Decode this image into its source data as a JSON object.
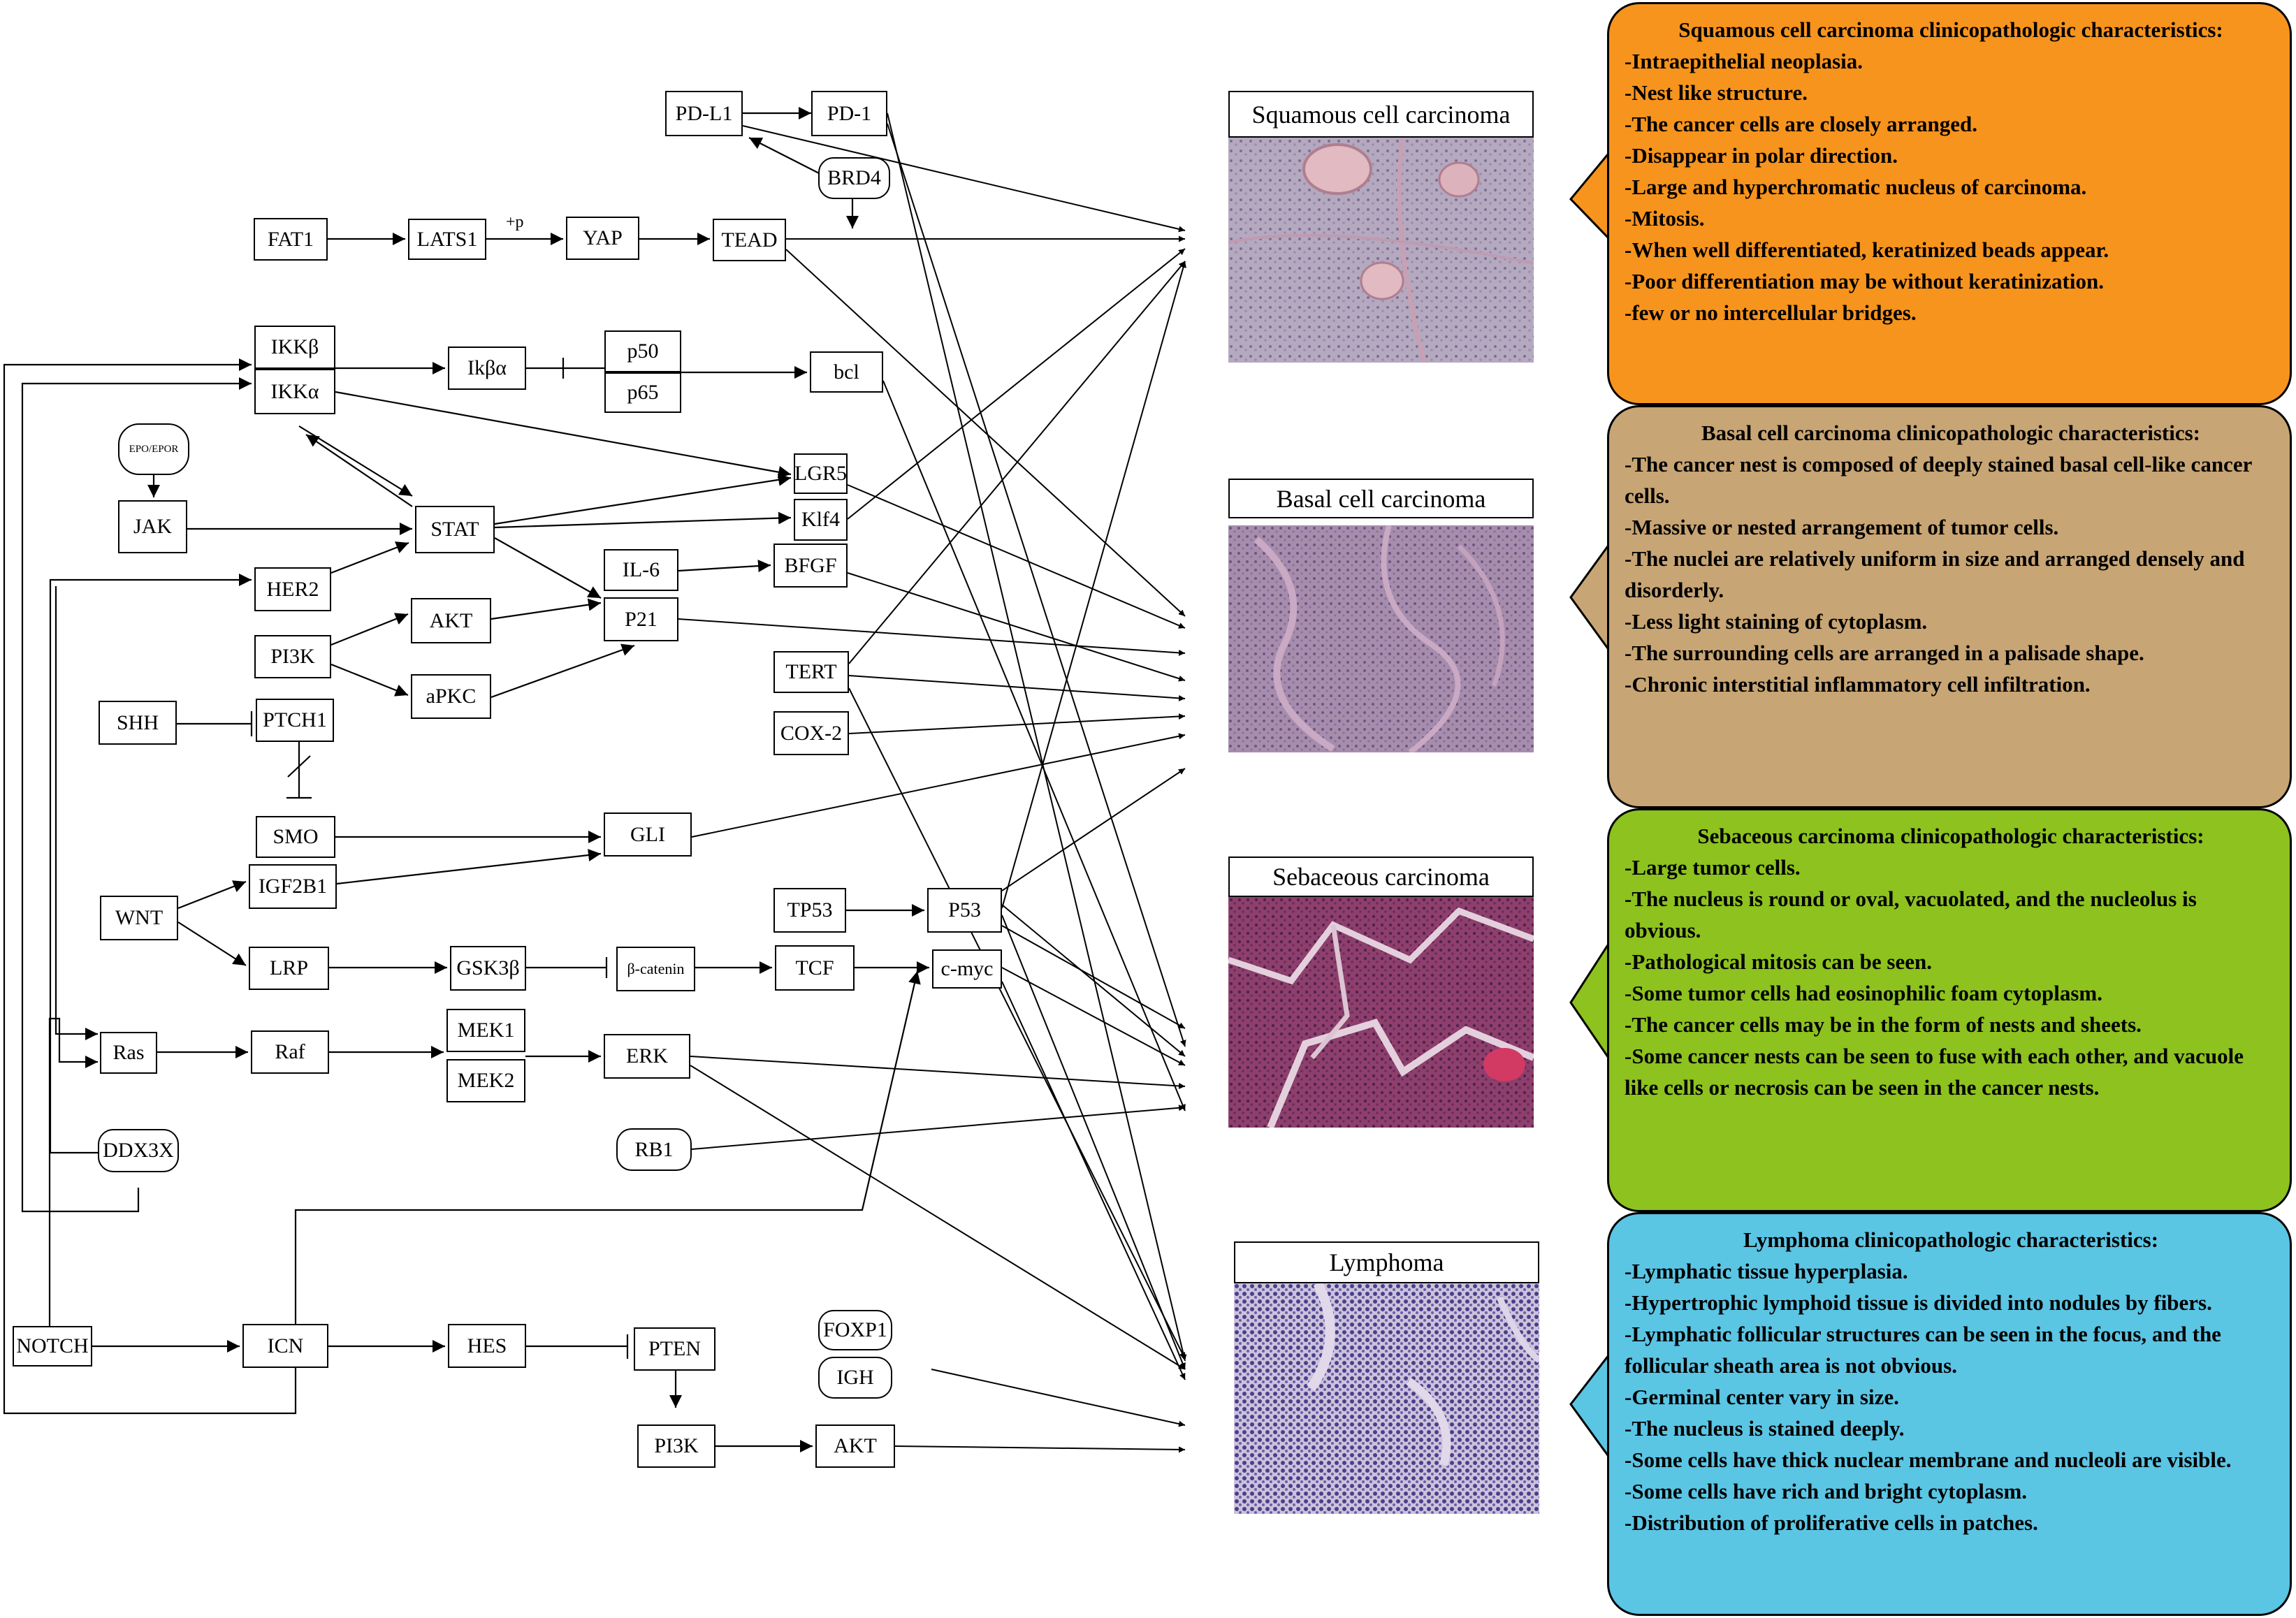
{
  "nodes": {
    "pdl1": "PD-L1",
    "pd1": "PD-1",
    "brd4": "BRD4",
    "fat1": "FAT1",
    "lats1": "LATS1",
    "yap": "YAP",
    "tead": "TEAD",
    "ikkb": "IKKβ",
    "ikka": "IKKα",
    "ikba": "Ikβα",
    "p50": "p50",
    "p65": "p65",
    "bcl": "bcl",
    "epo": "EPO/EPOR",
    "jak": "JAK",
    "stat": "STAT",
    "lgr5": "LGR5",
    "klf4": "Klf4",
    "her2": "HER2",
    "il6": "IL-6",
    "bfgf": "BFGF",
    "akt1": "AKT",
    "p21": "P21",
    "pi3k1": "PI3K",
    "apkc": "aPKC",
    "tert": "TERT",
    "shh": "SHH",
    "ptch1": "PTCH1",
    "cox2": "COX-2",
    "smo": "SMO",
    "gli": "GLI",
    "wnt": "WNT",
    "igf2b1": "IGF2B1",
    "tp53": "TP53",
    "p53": "P53",
    "lrp": "LRP",
    "gsk3b": "GSK3β",
    "bcatenin": "β-catenin",
    "tcf": "TCF",
    "cmyc": "c-myc",
    "ras": "Ras",
    "raf": "Raf",
    "mek1": "MEK1",
    "mek2": "MEK2",
    "erk": "ERK",
    "rb1": "RB1",
    "ddx3x": "DDX3X",
    "notch": "NOTCH",
    "icn": "ICN",
    "hes": "HES",
    "pten": "PTEN",
    "foxp1": "FOXP1",
    "igh": "IGH",
    "pi3k2": "PI3K",
    "akt2": "AKT"
  },
  "edge_labels": {
    "phospho": "+p"
  },
  "tissues": [
    {
      "title": "Squamous cell carcinoma",
      "base_color": "#b2a7bd",
      "accent_color": "#d9b5bd"
    },
    {
      "title": "Basal cell carcinoma",
      "base_color": "#a88fad",
      "accent_color": "#c5a6bf"
    },
    {
      "title": "Sebaceous carcinoma",
      "base_color": "#8e3f6c",
      "accent_color": "#dfc6d6"
    },
    {
      "title": "Lymphoma",
      "base_color": "#8c84b8",
      "accent_color": "#d4cbe0"
    }
  ],
  "cards": [
    {
      "title": "Squamous cell carcinoma clinicopathologic characteristics:",
      "color": "#f7941d",
      "items": [
        "-Intraepithelial neoplasia.",
        "-Nest like structure.",
        "-The cancer cells are closely arranged.",
        "-Disappear in polar direction.",
        "-Large and hyperchromatic nucleus of carcinoma.",
        "-Mitosis.",
        "-When well differentiated, keratinized beads appear.",
        "-Poor differentiation may be without keratinization.",
        "-few or no intercellular bridges."
      ]
    },
    {
      "title": "Basal cell carcinoma clinicopathologic characteristics:",
      "color": "#c8a574",
      "items": [
        "-The cancer nest is composed of deeply stained basal cell-like cancer cells.",
        "-Massive or nested arrangement of tumor cells.",
        "-The nuclei are relatively uniform in size and arranged densely and disorderly.",
        "-Less light staining of cytoplasm.",
        "-The surrounding cells are arranged in a palisade shape.",
        "-Chronic interstitial inflammatory cell infiltration."
      ]
    },
    {
      "title": "Sebaceous carcinoma clinicopathologic characteristics:",
      "color": "#8dc21f",
      "items": [
        "-Large tumor cells.",
        "-The nucleus is round or oval, vacuolated, and the nucleolus is obvious.",
        "-Pathological mitosis can be seen.",
        "-Some tumor cells had eosinophilic foam cytoplasm.",
        "-The cancer cells may be in the form of nests and sheets.",
        "-Some cancer nests can be seen to fuse with each other, and vacuole like cells or necrosis can be seen in the cancer nests."
      ]
    },
    {
      "title": "Lymphoma clinicopathologic characteristics:",
      "color": "#5bc5e4",
      "items": [
        "-Lymphatic tissue hyperplasia.",
        "-Hypertrophic lymphoid tissue is divided into nodules by fibers.",
        "-Lymphatic follicular structures can be seen in the focus, and the follicular sheath area is not obvious.",
        "-Germinal center vary in size.",
        "-The nucleus is stained deeply.",
        "-Some cells have thick nuclear membrane and nucleoli are visible.",
        "-Some cells have rich and bright cytoplasm.",
        "-Distribution of proliferative cells in patches."
      ]
    }
  ]
}
